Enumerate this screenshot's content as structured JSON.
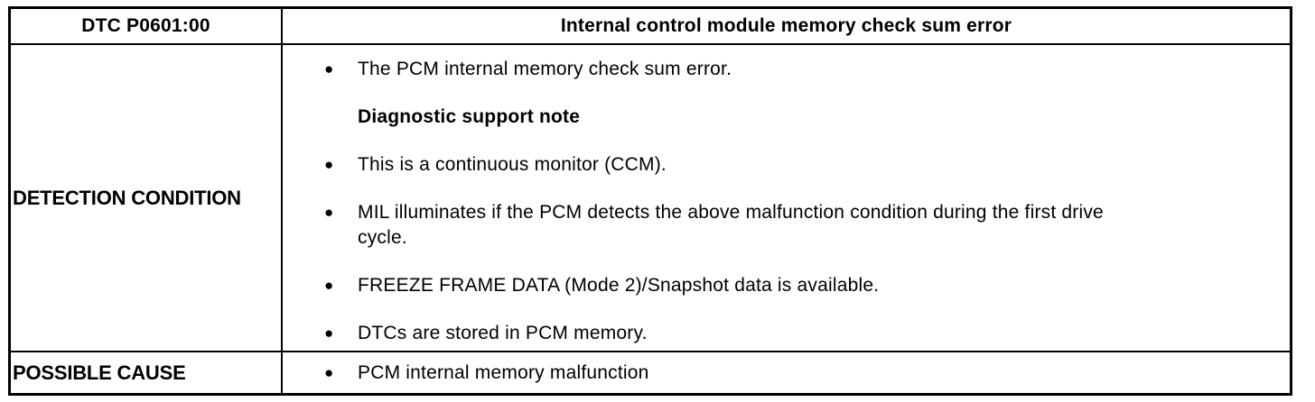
{
  "table": {
    "bullet_glyph": "●",
    "colors": {
      "border": "#000000",
      "text": "#000000",
      "background": "#ffffff"
    },
    "header": {
      "dtc_code": "DTC P0601:00",
      "description": "Internal control module memory check sum error"
    },
    "detection_condition": {
      "label": "DETECTION CONDITION",
      "items": [
        {
          "type": "bullet",
          "text": "The PCM internal memory check sum error."
        },
        {
          "type": "heading",
          "text": "Diagnostic support note"
        },
        {
          "type": "bullet",
          "text": "This is a continuous monitor (CCM)."
        },
        {
          "type": "bullet",
          "text": "MIL illuminates if the PCM detects the above malfunction condition during the first drive\ncycle."
        },
        {
          "type": "bullet",
          "text": "FREEZE FRAME DATA (Mode 2)/Snapshot data is available."
        },
        {
          "type": "bullet",
          "text": "DTCs are stored in PCM memory."
        }
      ]
    },
    "possible_cause": {
      "label": "POSSIBLE CAUSE",
      "items": [
        {
          "type": "bullet",
          "text": "PCM internal memory malfunction"
        }
      ]
    }
  }
}
